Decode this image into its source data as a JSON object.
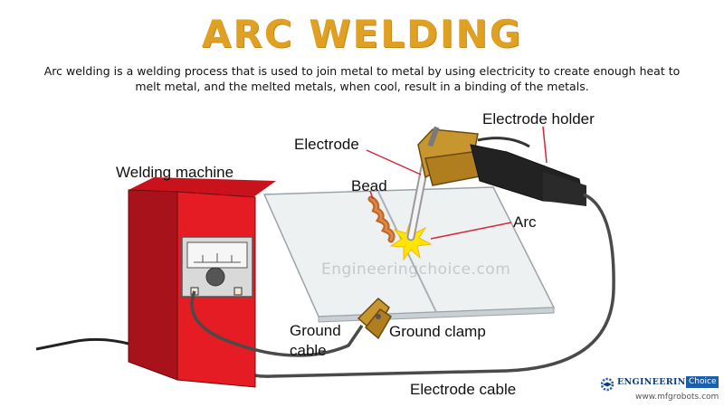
{
  "title": "ARC WELDING",
  "description": "Arc welding is a welding process that is used to join metal to metal by using electricity to create enough heat to melt metal, and the melted metals, when cool, result in a binding of the metals.",
  "labels": {
    "welding_machine": "Welding machine",
    "electrode": "Electrode",
    "bead": "Bead",
    "electrode_holder": "Electrode holder",
    "arc": "Arc",
    "ground_cable": "Ground\ncable",
    "ground_cable_line1": "Ground",
    "ground_cable_line2": "cable",
    "ground_clamp": "Ground clamp",
    "electrode_cable": "Electrode cable"
  },
  "watermark": "Engineeringchoice.com",
  "logo": {
    "main": "ENGINEERING",
    "sub": "Choice"
  },
  "site_url": "www.mfgrobots.com",
  "colors": {
    "title": "#e0a123",
    "machine": "#e51c23",
    "machine_dark": "#a8121a",
    "plate": "#eef1f2",
    "holder": "#c8962e",
    "cable": "#4a4a4a",
    "arc_flash": "#ffe600",
    "bead": "#c0672b",
    "pointer": "#d7263d"
  },
  "icons": [
    "gear-icon",
    "graduation-cap-icon"
  ]
}
